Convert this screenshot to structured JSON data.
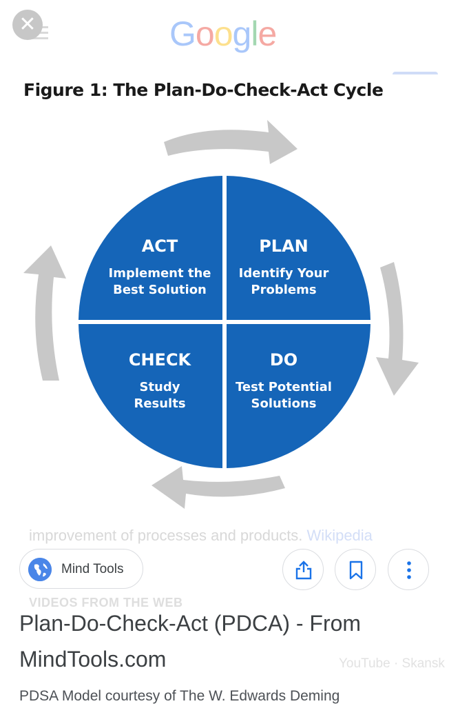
{
  "header": {
    "logo_text": "Google",
    "logo_colors": [
      "#4285F4",
      "#EA4335",
      "#FBBC05",
      "#4285F4",
      "#34A853",
      "#EA4335"
    ]
  },
  "figure": {
    "title": "Figure 1: The Plan-Do-Check-Act Cycle",
    "circle_color": "#1565b8",
    "arrow_color": "#c8c8c8",
    "quadrants": [
      {
        "heading": "ACT",
        "line1": "Implement the",
        "line2": "Best Solution"
      },
      {
        "heading": "PLAN",
        "line1": "Identify Your",
        "line2": "Problems"
      },
      {
        "heading": "CHECK",
        "line1": "Study",
        "line2": "Results"
      },
      {
        "heading": "DO",
        "line1": "Test Potential",
        "line2": "Solutions"
      }
    ]
  },
  "background": {
    "wiki_text": "improvement of processes and products.",
    "wiki_link": "Wikipedia",
    "videos_label": "VIDEOS FROM THE WEB",
    "youtube_label": "YouTube · Skansk"
  },
  "source": {
    "name": "Mind Tools"
  },
  "result": {
    "title": "Plan-Do-Check-Act (PDCA) - From MindTools.com",
    "snippet": "PDSA Model courtesy of The W. Edwards Deming"
  }
}
